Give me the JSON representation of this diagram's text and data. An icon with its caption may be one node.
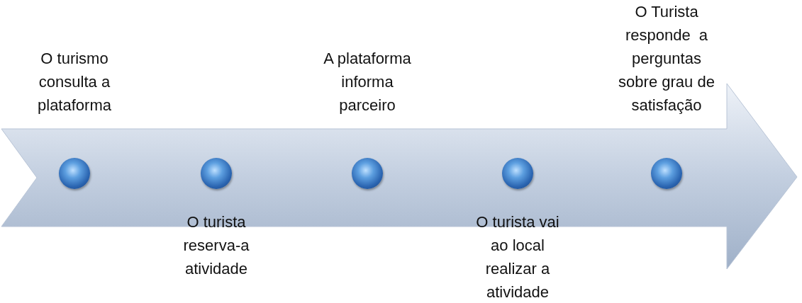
{
  "diagram": {
    "nodes": [
      {
        "text": [],
        "shape": "arrow"
      },
      {
        "text": [],
        "shape": "circle",
        "in": 0,
        "beside": [
          "O turismo consulta a plataforma"
        ]
      },
      {
        "text": [],
        "shape": "circle",
        "in": 0,
        "beside": [
          "O turista reserva-a atividade"
        ]
      },
      {
        "text": [],
        "shape": "circle",
        "in": 0,
        "beside": [
          "A plataforma informa parceiro"
        ]
      },
      {
        "text": [],
        "shape": "circle",
        "in": 0,
        "beside": [
          "O turista vai ao local realizar a atividade"
        ]
      },
      {
        "text": [],
        "shape": "circle",
        "in": 0,
        "beside": [
          "O Turista responde  a perguntas sobre grau de satisfação"
        ]
      }
    ],
    "edges": []
  }
}
